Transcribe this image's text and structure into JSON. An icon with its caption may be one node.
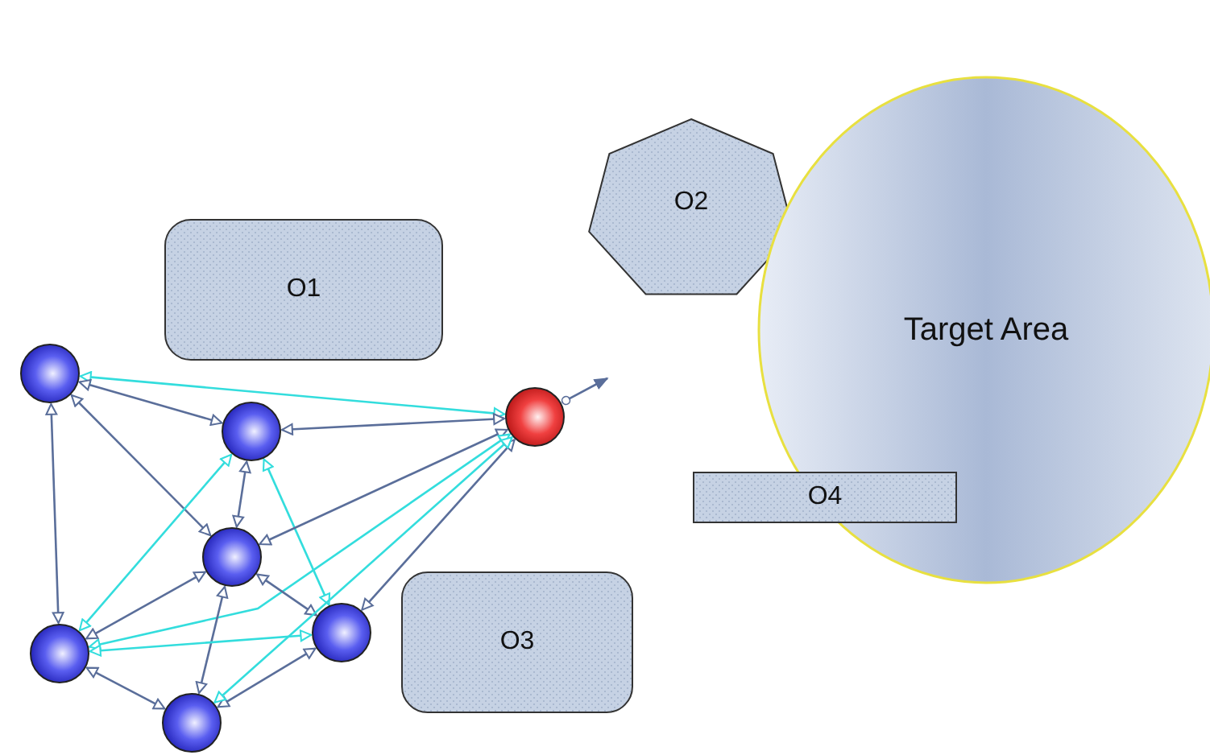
{
  "diagram": {
    "nodes": [
      {
        "text": [
          "O2"
        ]
      },
      {
        "text": [
          "O1"
        ]
      },
      {
        "text": [
          "Target Area"
        ]
      },
      {
        "text": [],
        "shape": "circle"
      },
      {
        "text": [],
        "shape": "circle"
      },
      {
        "text": [],
        "shape": "circle"
      },
      {
        "text": [
          "O4"
        ]
      },
      {
        "text": [],
        "shape": "circle"
      },
      {
        "text": [
          "O3"
        ]
      },
      {
        "text": [],
        "shape": "circle"
      },
      {
        "text": [],
        "shape": "circle"
      },
      {
        "text": [],
        "shape": "circle"
      }
    ],
    "edges": [
      {
        "from": 3,
        "to": 5,
        "arrow": "both",
        "color": "#33dddd"
      },
      {
        "from": 3,
        "to": 4,
        "arrow": "both"
      },
      {
        "from": 3,
        "to": 7,
        "arrow": "both"
      },
      {
        "from": 3,
        "to": 10,
        "arrow": "both"
      },
      {
        "from": 4,
        "to": 5,
        "arrow": "both"
      },
      {
        "from": 4,
        "to": 10,
        "arrow": "both",
        "color": "#33dddd"
      },
      {
        "from": 4,
        "to": 7,
        "arrow": "both"
      },
      {
        "from": 4,
        "to": 9,
        "arrow": "both",
        "color": "#33dddd"
      },
      {
        "from": 7,
        "to": 5,
        "arrow": "both"
      },
      {
        "from": 10,
        "to": 5,
        "arrow": "both",
        "color": "#33dddd"
      },
      {
        "from": 10,
        "to": 7,
        "arrow": "both"
      },
      {
        "from": 7,
        "to": 9,
        "arrow": "both"
      },
      {
        "from": 7,
        "to": 11,
        "arrow": "both"
      },
      {
        "from": 10,
        "to": 9,
        "arrow": "both",
        "color": "#33dddd"
      },
      {
        "from": 10,
        "to": 11,
        "arrow": "both"
      },
      {
        "from": 9,
        "to": 11,
        "arrow": "both"
      },
      {
        "from": 9,
        "to": 5,
        "arrow": "both"
      },
      {
        "from": 11,
        "to": 5,
        "arrow": "both",
        "color": "#33dddd"
      },
      {
        "from": 5,
        "to": null,
        "arrow": "to"
      }
    ]
  }
}
